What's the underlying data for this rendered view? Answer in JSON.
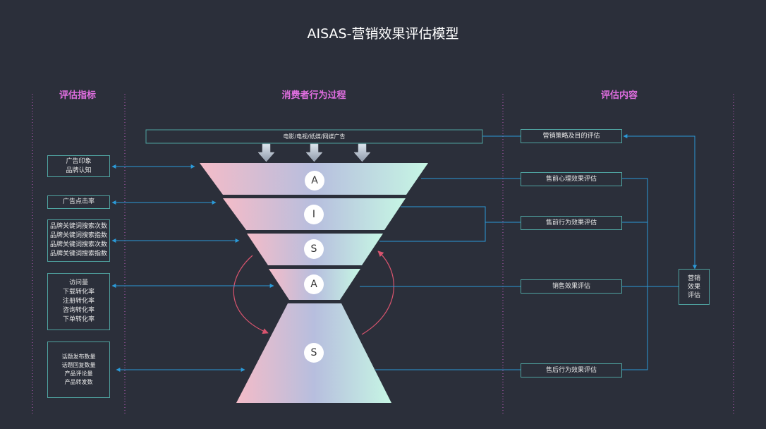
{
  "title": "AISAS-营销效果评估模型",
  "columns": {
    "left": "评估指标",
    "middle": "消费者行为过程",
    "right": "评估内容"
  },
  "media_bar": "电影/电视/纸媒/网媒广告",
  "stages": [
    "A",
    "I",
    "S",
    "A",
    "S"
  ],
  "left_boxes": [
    [
      "广告印象",
      "品牌认知"
    ],
    [
      "广告点击率"
    ],
    [
      "品牌关键词搜索次数",
      "品牌关键词搜索指数",
      "品牌关键词搜索次数",
      "品牌关键词搜索指数"
    ],
    [
      "访问量",
      "下载转化率",
      "注册转化率",
      "咨询转化率",
      "下单转化率"
    ],
    [
      "话题发布数量",
      "话题回复数量",
      "产品评论量",
      "产品转发数"
    ]
  ],
  "right_boxes": [
    "营销策略及目的评估",
    "售前心理效果评估",
    "售前行为效果评估",
    "销售效果评估",
    "售后行为效果评估"
  ],
  "summary_box": [
    "营销",
    "效果",
    "评估"
  ],
  "colors": {
    "background": "#2b2f3a",
    "accent_pink": "#e06ee0",
    "line_blue": "#2b9ad8",
    "border_teal": "#4fa3a0",
    "gradient_pink": "#f4bcc8",
    "gradient_lilac": "#b7bede",
    "gradient_mint": "#c6f6e4",
    "curve_red": "#d9546e"
  }
}
